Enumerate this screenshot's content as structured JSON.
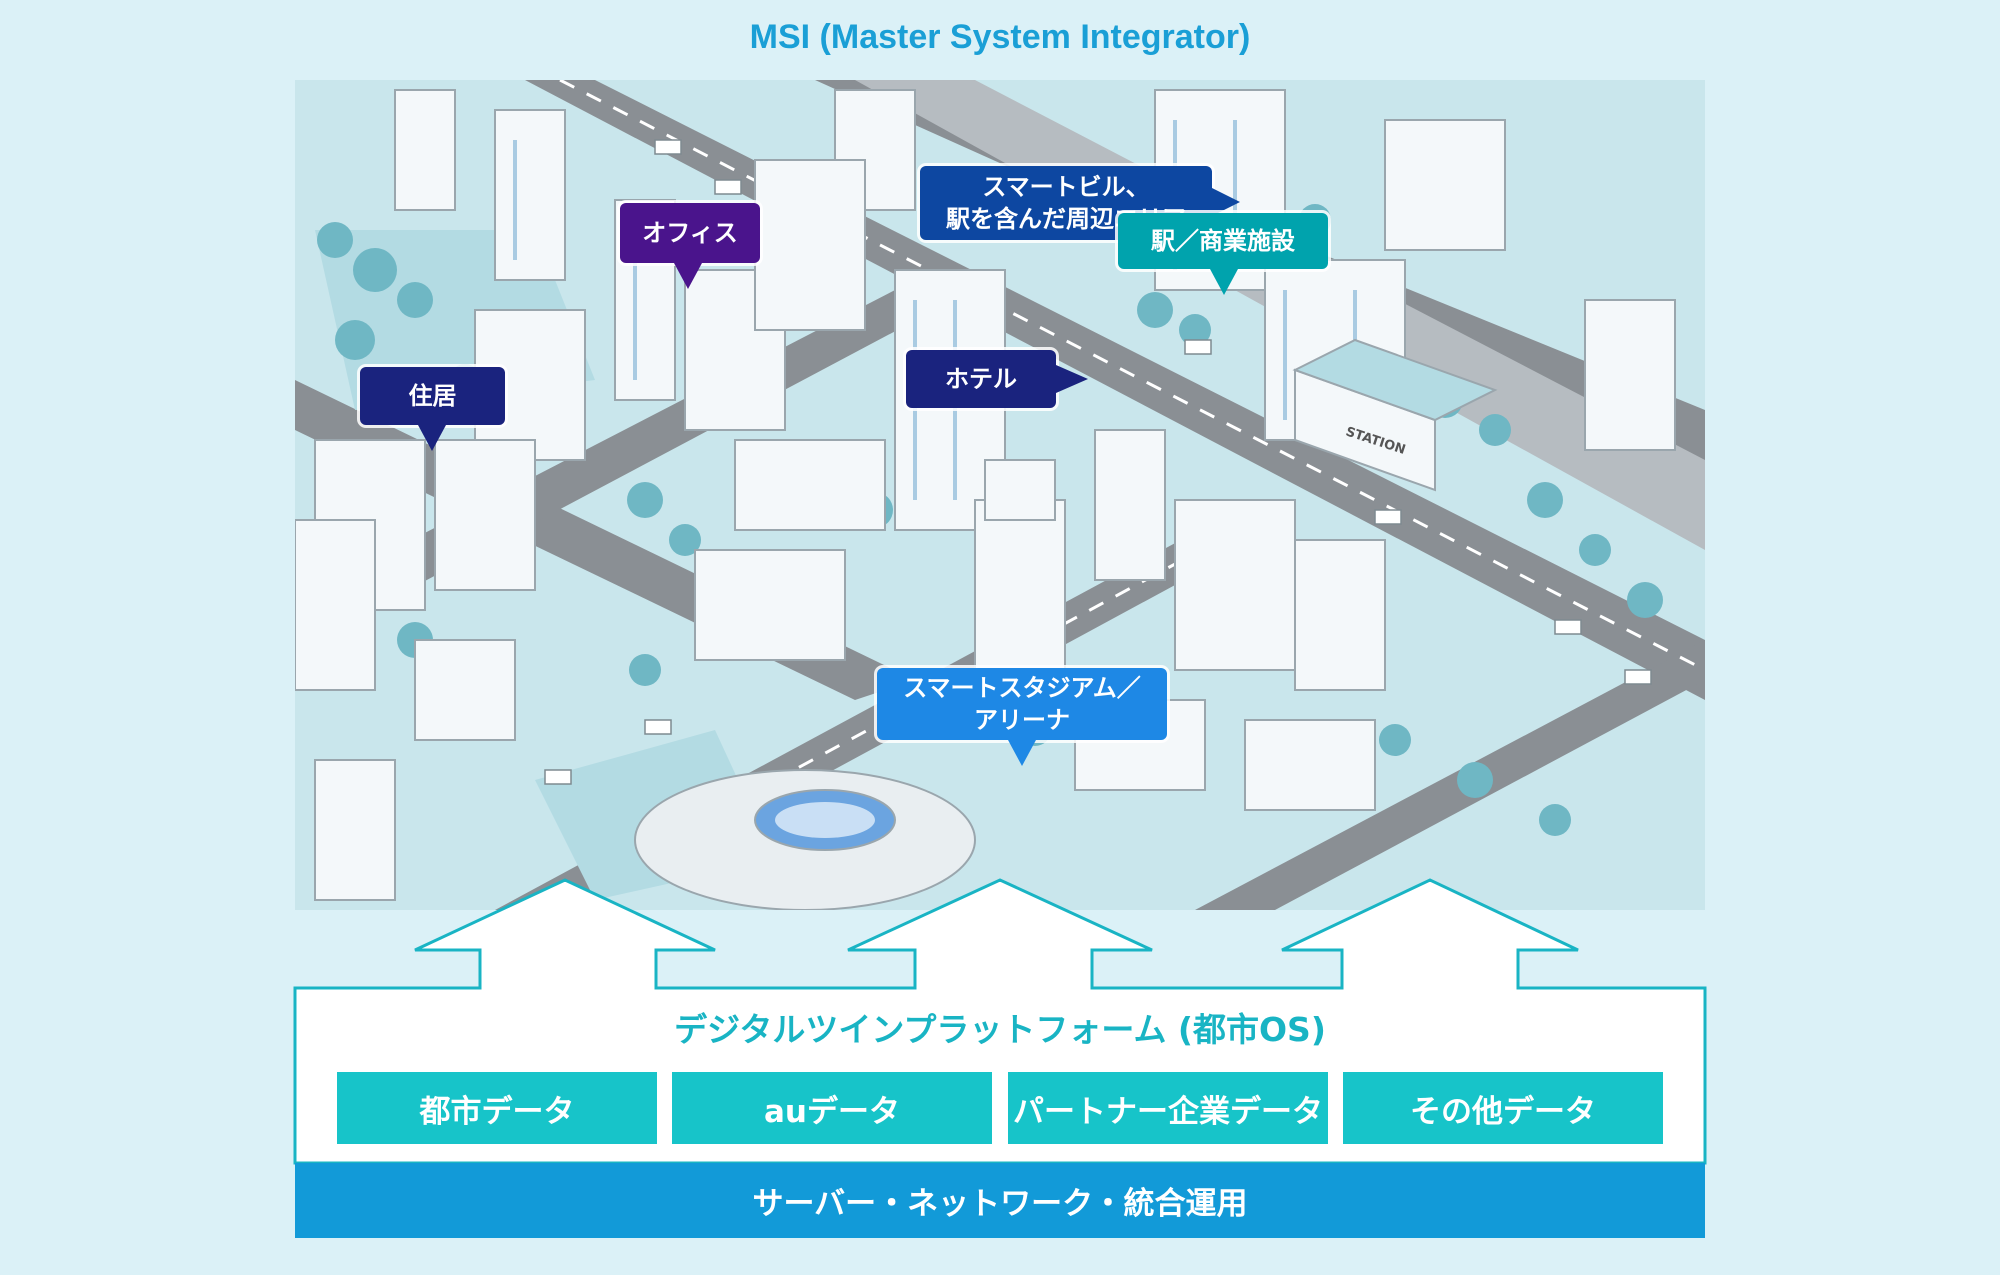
{
  "title": "MSI (Master System Integrator)",
  "callouts": {
    "smart_building": "スマートビル、\n駅を含んだ周辺エリア",
    "office": "オフィス",
    "station": "駅／商業施設",
    "hotel": "ホテル",
    "residence": "住居",
    "stadium": "スマートスタジアム／\nアリーナ",
    "station_sign": "STATION"
  },
  "platform": {
    "title": "デジタルツインプラットフォーム (都市OS)",
    "data_sources": [
      "都市データ",
      "auデータ",
      "パートナー企業データ",
      "その他データ"
    ],
    "infrastructure": "サーバー・ネットワーク・統合運用"
  },
  "colors": {
    "title": "#1a9fd6",
    "platform_title": "#19b4c4",
    "data_box": "#17c4c9",
    "infra_bar": "#129ad8",
    "callout_navy": "#1a237e",
    "callout_purple": "#4a148c",
    "callout_blue": "#0d47a1",
    "callout_teal": "#00a3ad",
    "callout_sky": "#1e88e5"
  }
}
